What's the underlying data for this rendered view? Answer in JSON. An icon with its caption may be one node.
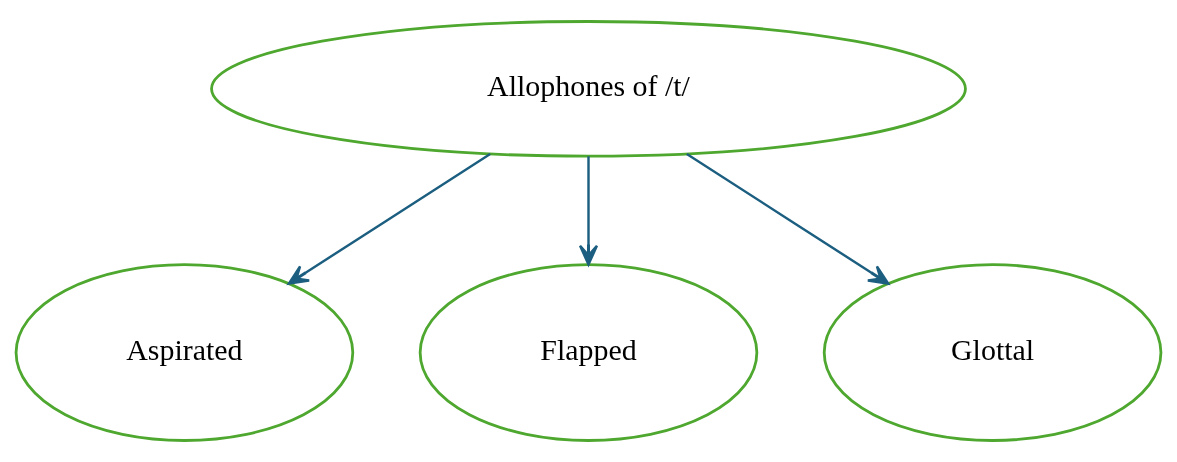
{
  "diagram": {
    "nodes": [
      {
        "text": [
          "Allophones of /t/"
        ]
      },
      {
        "text": [
          "Aspirated"
        ]
      },
      {
        "text": [
          "Flapped"
        ]
      },
      {
        "text": [
          "Glottal"
        ]
      }
    ],
    "edges": [
      {
        "from": 0,
        "to": 1,
        "arrow": "to"
      },
      {
        "from": 0,
        "to": 2,
        "arrow": "to"
      },
      {
        "from": 0,
        "to": 3,
        "arrow": "to"
      }
    ]
  }
}
